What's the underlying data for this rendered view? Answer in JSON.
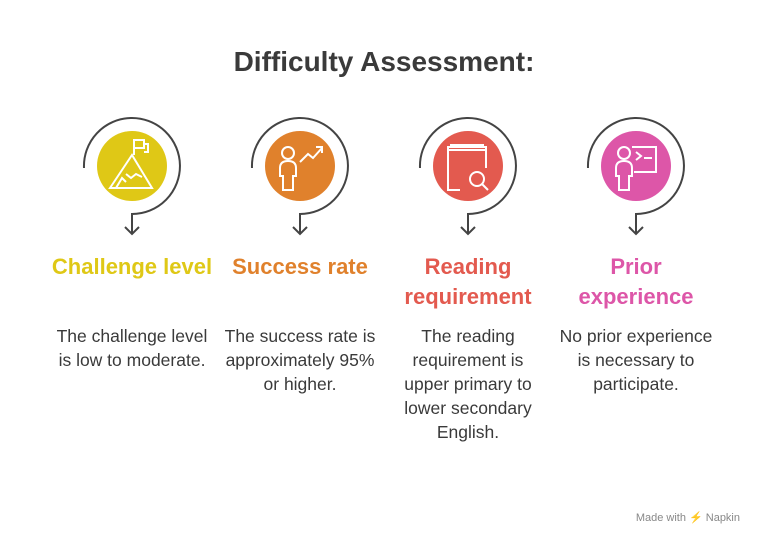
{
  "title": "Difficulty Assessment:",
  "items": [
    {
      "heading": "Challenge level",
      "text": "The challenge level is low to moderate.",
      "color": "#DFC816",
      "icon": "mountain-flag-icon"
    },
    {
      "heading": "Success rate",
      "text": "The success rate is approximately 95% or higher.",
      "color": "#E0812C",
      "icon": "person-growth-icon"
    },
    {
      "heading": "Reading requirement",
      "text": "The reading requirement is upper primary to lower secondary English.",
      "color": "#E35A4F",
      "icon": "book-search-icon"
    },
    {
      "heading": "Prior experience",
      "text": "No prior experience is necessary to participate.",
      "color": "#DD56A8",
      "icon": "person-terminal-icon"
    }
  ],
  "footer": "Made with ⚡ Napkin"
}
